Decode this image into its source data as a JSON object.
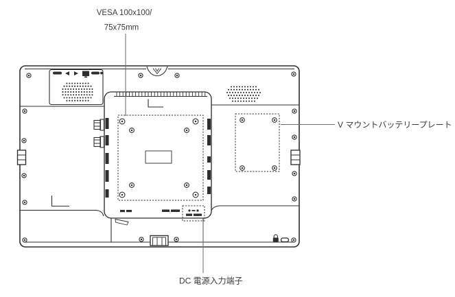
{
  "page": {
    "background": "#ffffff"
  },
  "diagram": {
    "labels": {
      "vesa_line1": "VESA 100x100/",
      "vesa_line2": "75x75mm",
      "v_mount_plate": "V マウントバッテリープレート",
      "dc_input": "DC 電源入力端子"
    },
    "colors": {
      "line": "#2e2e2e",
      "leader": "#6e6e6e",
      "text": "#3a3a3a",
      "background": "#ffffff"
    }
  }
}
